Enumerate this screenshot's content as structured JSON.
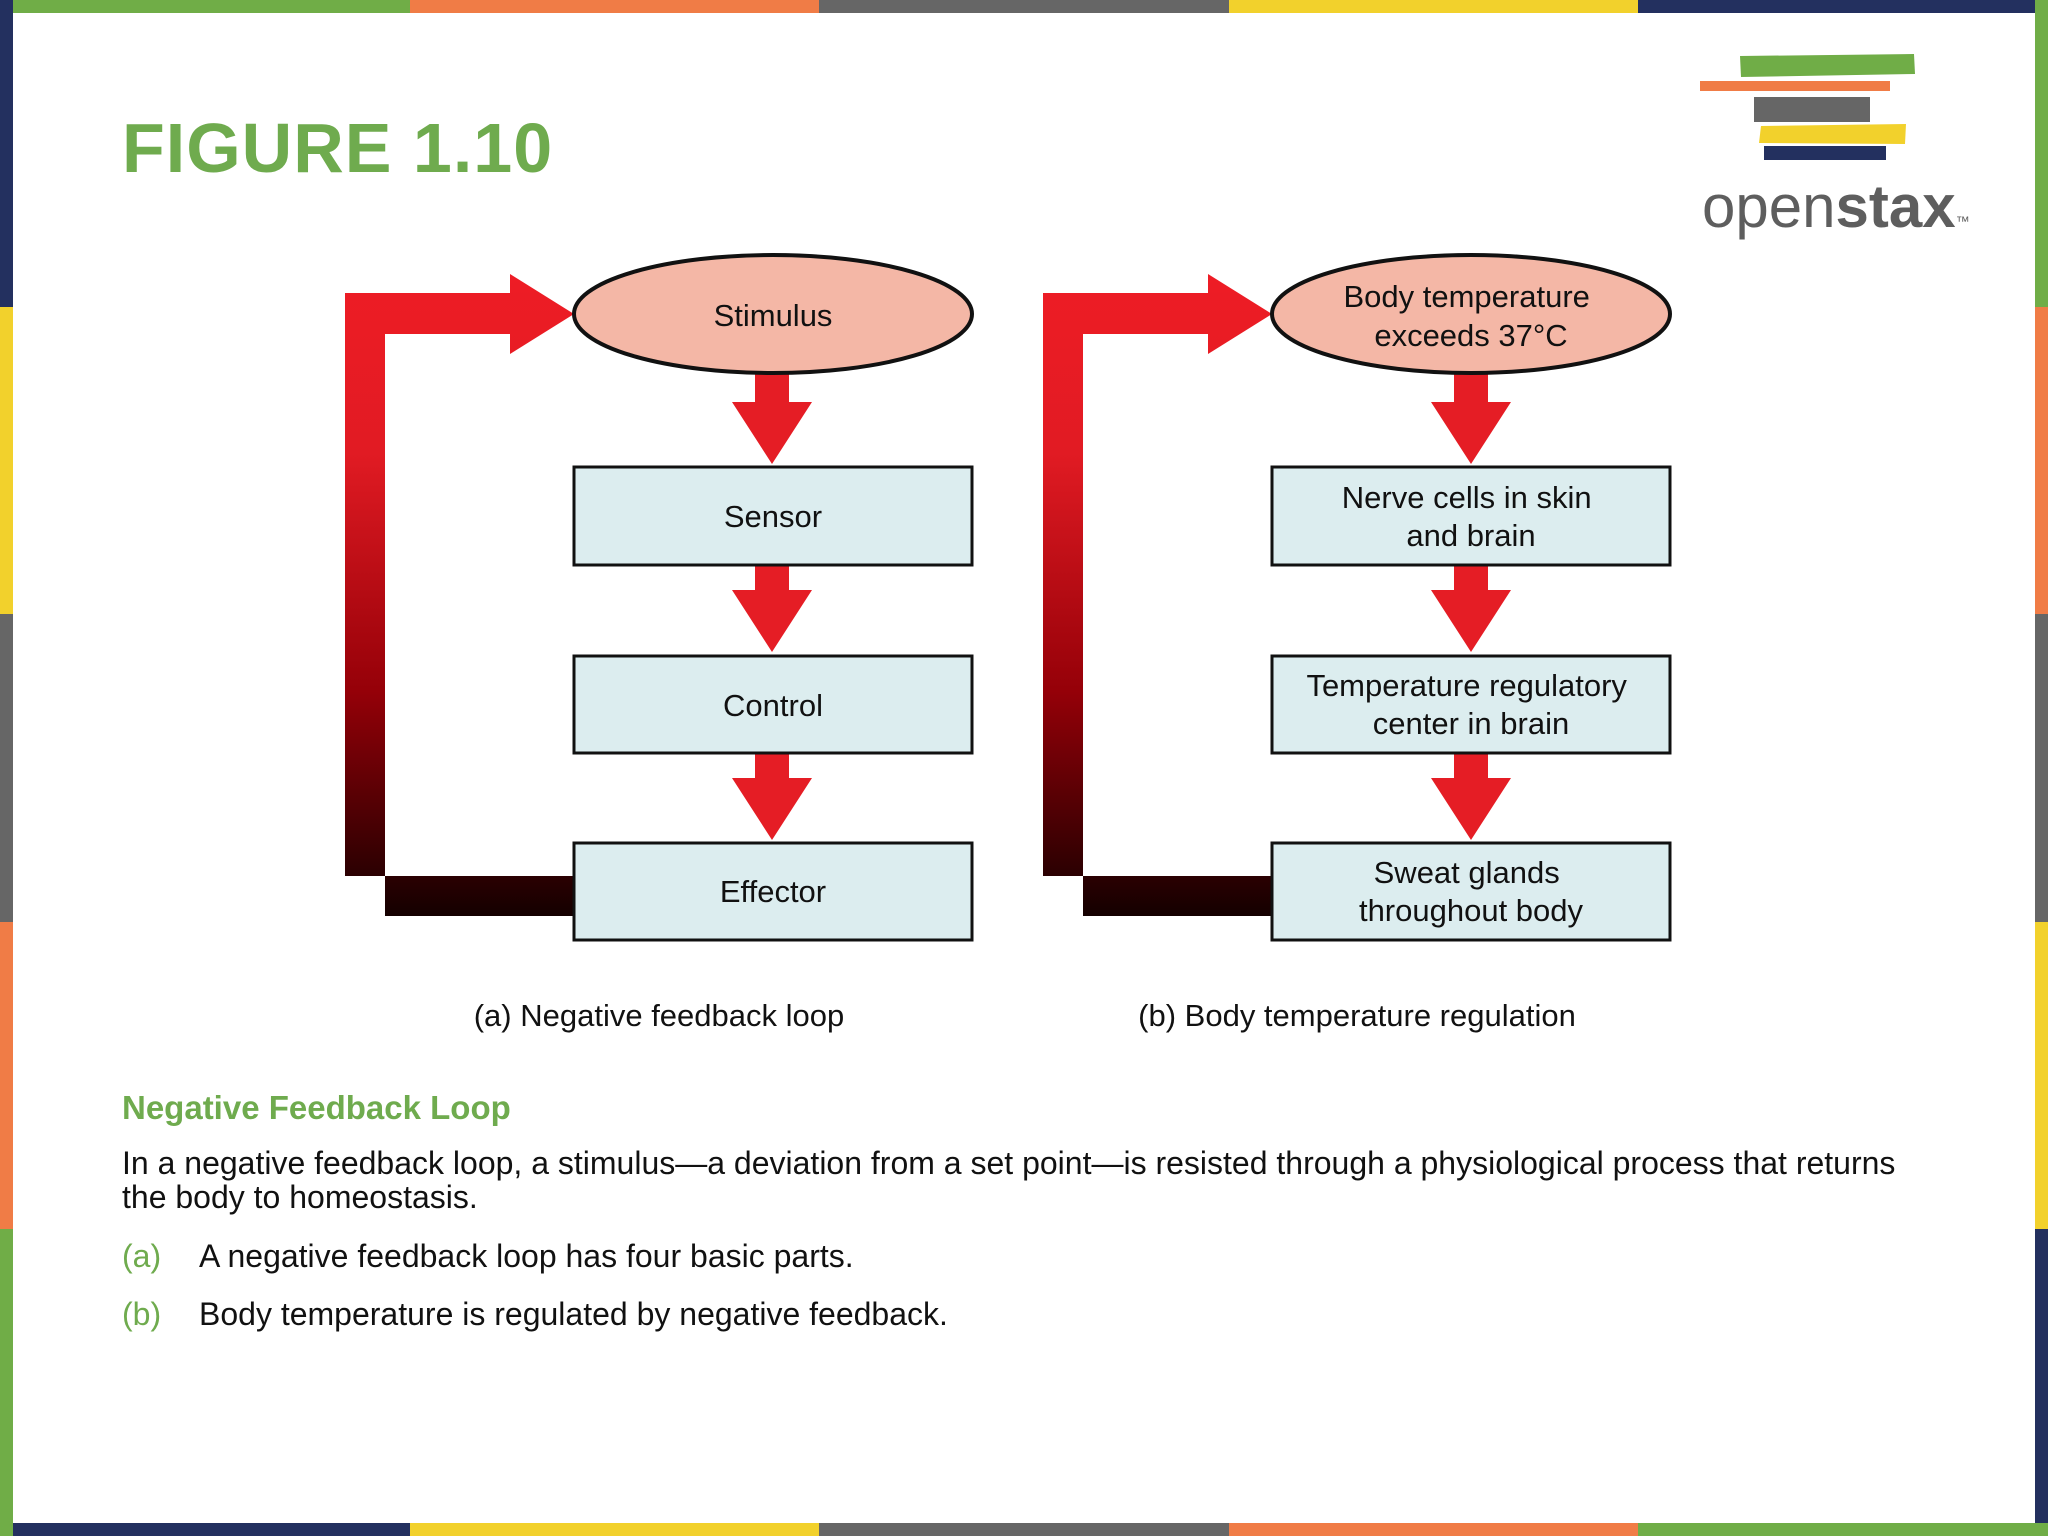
{
  "colors": {
    "accent_green": "#6fab4e",
    "border": [
      "#70ad47",
      "#f07c46",
      "#666666",
      "#f2d12c",
      "#23305f"
    ],
    "oval_fill": "#f4b7a6",
    "box_fill": "#dcedef",
    "arrow_red": "#e51d25"
  },
  "slide": {
    "title": "FIGURE 1.10"
  },
  "logo": {
    "text_light": "open",
    "text_bold": "stax",
    "trademark": "™"
  },
  "diagram": {
    "panel_a": {
      "stimulus": "Stimulus",
      "boxes": [
        "Sensor",
        "Control",
        "Effector"
      ],
      "caption": "(a) Negative feedback loop"
    },
    "panel_b": {
      "stimulus": [
        "Body temperature",
        "exceeds 37°C"
      ],
      "boxes": [
        [
          "Nerve cells in skin",
          "and brain"
        ],
        [
          "Temperature regulatory",
          "center in brain"
        ],
        [
          "Sweat glands",
          "throughout body"
        ]
      ],
      "caption": "(b) Body temperature regulation"
    }
  },
  "content": {
    "heading": "Negative Feedback Loop",
    "paragraph": "In a negative feedback loop, a stimulus—a deviation from a set point—is resisted through a physiological process that returns the body to homeostasis.",
    "list": [
      {
        "marker": "(a)",
        "text": "A negative feedback loop has four basic parts."
      },
      {
        "marker": "(b)",
        "text": "Body temperature is regulated by negative feedback."
      }
    ]
  }
}
